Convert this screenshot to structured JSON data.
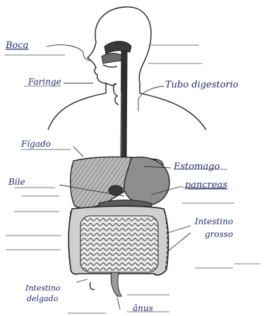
{
  "labels": {
    "boca": "Boca",
    "faringe": "Faringe",
    "tubo": "Tubo digestorio",
    "figado": "Fígado",
    "bile": "Bile",
    "estomago": "Estomago",
    "pancreas": "pancreas",
    "grosso_1": "Intestino",
    "grosso_2": "grosso",
    "delgado_1": "Intestino",
    "delgado_2": "delgado",
    "anus": "ânus"
  },
  "colors": {
    "handwriting": "#1e2a6e",
    "lines": "#333333",
    "organ_fill": "#9a9a9a",
    "dark_fill": "#3a3a3a"
  }
}
